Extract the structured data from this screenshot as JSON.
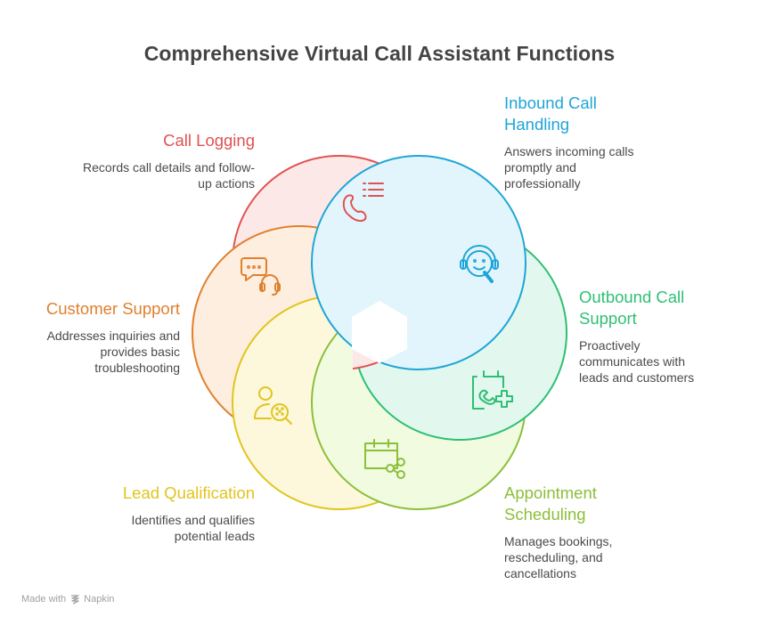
{
  "title": "Comprehensive Virtual Call Assistant Functions",
  "segments": [
    {
      "id": "call-logging",
      "label": "Call Logging",
      "description": "Records call details and follow-up actions",
      "icon": "phone-list-icon",
      "stroke": "#e05252",
      "fill": "#fde8e8"
    },
    {
      "id": "inbound-call-handling",
      "label": "Inbound Call Handling",
      "description": "Answers incoming calls promptly and professionally",
      "icon": "headset-agent-icon",
      "stroke": "#1ea5d8",
      "fill": "#e3f5fc"
    },
    {
      "id": "outbound-call-support",
      "label": "Outbound Call Support",
      "description": "Proactively communicates with leads and customers",
      "icon": "calendar-phone-add-icon",
      "stroke": "#2fbf74",
      "fill": "#e2f8ee"
    },
    {
      "id": "appointment-scheduling",
      "label": "Appointment Scheduling",
      "description": "Manages bookings, rescheduling, and cancellations",
      "icon": "calendar-share-icon",
      "stroke": "#8cbf3a",
      "fill": "#f1fbe0"
    },
    {
      "id": "lead-qualification",
      "label": "Lead Qualification",
      "description": "Identifies and qualifies potential leads",
      "icon": "user-search-icon",
      "stroke": "#e0c51f",
      "fill": "#fdf8dc"
    },
    {
      "id": "customer-support",
      "label": "Customer Support",
      "description": "Addresses inquiries and provides basic troubleshooting",
      "icon": "chat-headset-icon",
      "stroke": "#e0802e",
      "fill": "#fdeee0"
    }
  ],
  "footer": {
    "text": "Made with",
    "brand": "Napkin"
  }
}
